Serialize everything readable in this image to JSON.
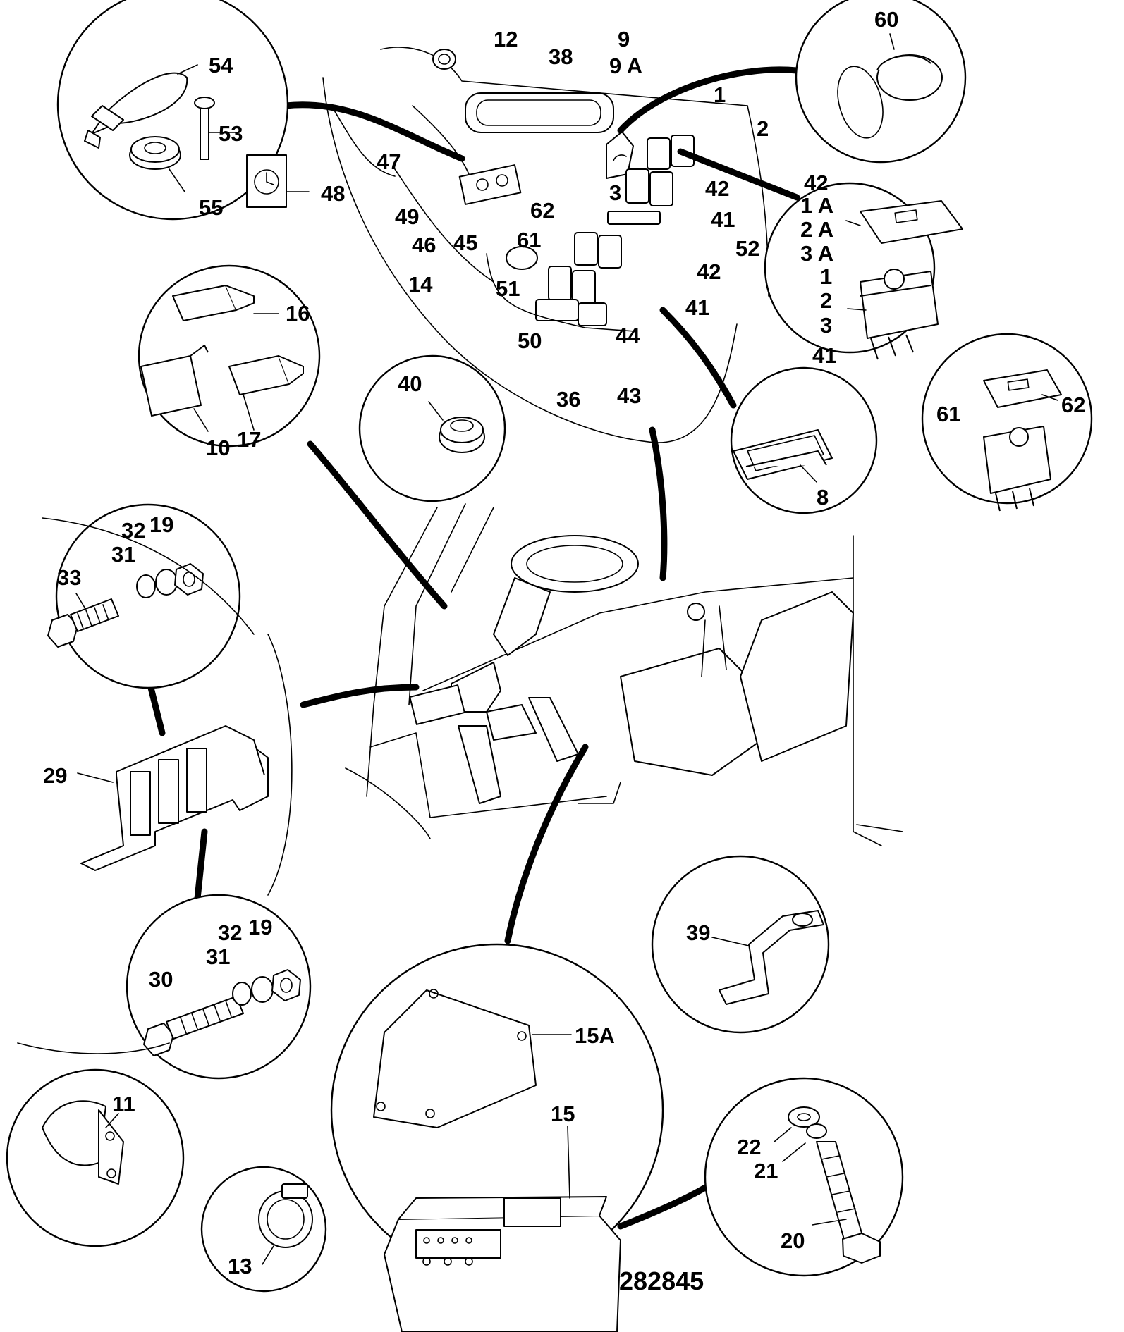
{
  "drawing_number": "282845",
  "labels": [
    {
      "id": "l12",
      "text": "12"
    },
    {
      "id": "l38",
      "text": "38"
    },
    {
      "id": "l9",
      "text": "9"
    },
    {
      "id": "l9a",
      "text": "9 A"
    },
    {
      "id": "l1",
      "text": "1"
    },
    {
      "id": "l2",
      "text": "2"
    },
    {
      "id": "l54",
      "text": "54"
    },
    {
      "id": "l53",
      "text": "53"
    },
    {
      "id": "l55",
      "text": "55"
    },
    {
      "id": "l48",
      "text": "48"
    },
    {
      "id": "l47",
      "text": "47"
    },
    {
      "id": "l49",
      "text": "49"
    },
    {
      "id": "l46",
      "text": "46"
    },
    {
      "id": "l45",
      "text": "45"
    },
    {
      "id": "l3",
      "text": "3"
    },
    {
      "id": "l42a",
      "text": "42"
    },
    {
      "id": "l41a",
      "text": "41"
    },
    {
      "id": "l62a",
      "text": "62"
    },
    {
      "id": "l52",
      "text": "52"
    },
    {
      "id": "l61a",
      "text": "61"
    },
    {
      "id": "l42b",
      "text": "42"
    },
    {
      "id": "l14",
      "text": "14"
    },
    {
      "id": "l51",
      "text": "51"
    },
    {
      "id": "l41b",
      "text": "41"
    },
    {
      "id": "l50",
      "text": "50"
    },
    {
      "id": "l44",
      "text": "44"
    },
    {
      "id": "l36",
      "text": "36"
    },
    {
      "id": "l43",
      "text": "43"
    },
    {
      "id": "l60",
      "text": "60"
    },
    {
      "id": "r42",
      "text": "42"
    },
    {
      "id": "r1a",
      "text": "1 A"
    },
    {
      "id": "r2a",
      "text": "2 A"
    },
    {
      "id": "r3a",
      "text": "3 A"
    },
    {
      "id": "r1",
      "text": "1"
    },
    {
      "id": "r2",
      "text": "2"
    },
    {
      "id": "r3",
      "text": "3"
    },
    {
      "id": "r41",
      "text": "41"
    },
    {
      "id": "l61b",
      "text": "61"
    },
    {
      "id": "l62b",
      "text": "62"
    },
    {
      "id": "l16",
      "text": "16"
    },
    {
      "id": "l10",
      "text": "10"
    },
    {
      "id": "l17",
      "text": "17"
    },
    {
      "id": "l40",
      "text": "40"
    },
    {
      "id": "l8",
      "text": "8"
    },
    {
      "id": "l33",
      "text": "33"
    },
    {
      "id": "l31a",
      "text": "31"
    },
    {
      "id": "l32a",
      "text": "32"
    },
    {
      "id": "l19a",
      "text": "19"
    },
    {
      "id": "l29",
      "text": "29"
    },
    {
      "id": "l39",
      "text": "39"
    },
    {
      "id": "l30",
      "text": "30"
    },
    {
      "id": "l31b",
      "text": "31"
    },
    {
      "id": "l32b",
      "text": "32"
    },
    {
      "id": "l19b",
      "text": "19"
    },
    {
      "id": "l15a",
      "text": "15A"
    },
    {
      "id": "l11",
      "text": "11"
    },
    {
      "id": "l15",
      "text": "15"
    },
    {
      "id": "l22",
      "text": "22"
    },
    {
      "id": "l21",
      "text": "21"
    },
    {
      "id": "l20",
      "text": "20"
    },
    {
      "id": "l13",
      "text": "13"
    }
  ]
}
